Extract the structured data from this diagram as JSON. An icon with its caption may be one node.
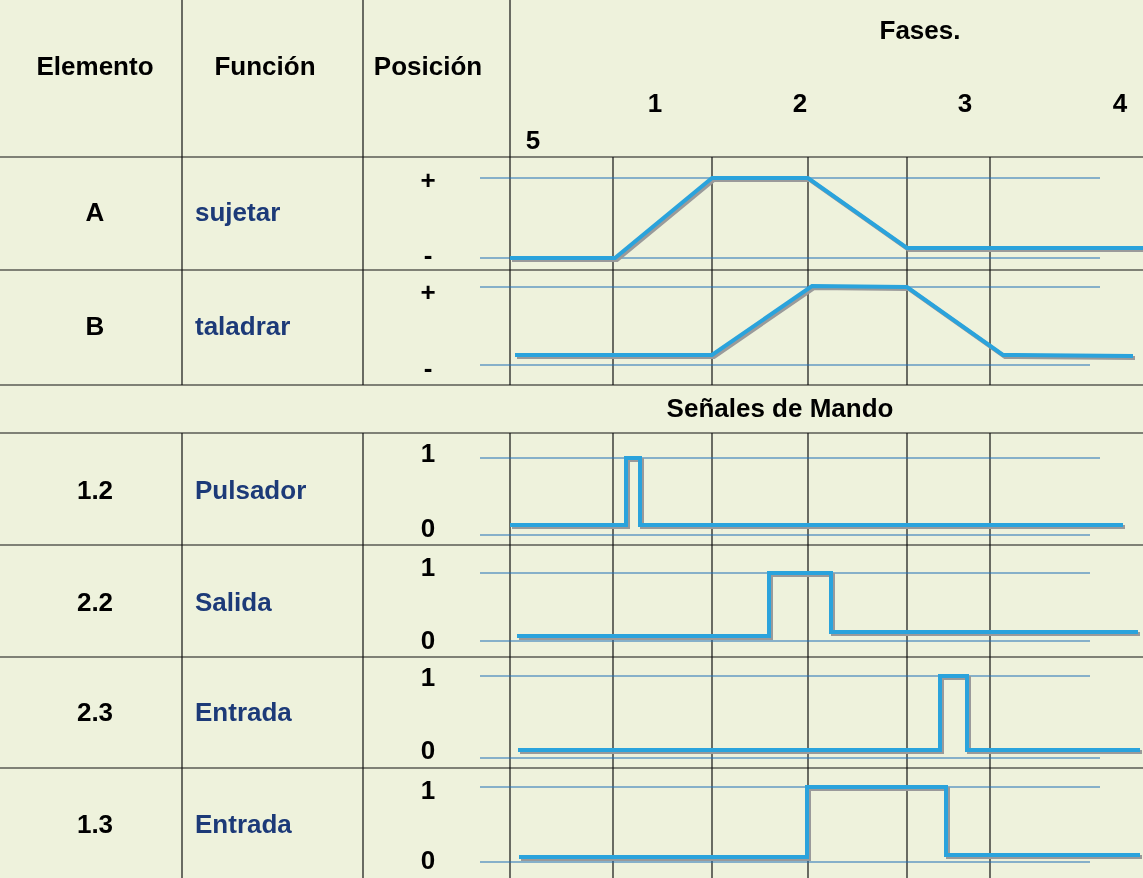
{
  "diagram": {
    "labels": [
      "Elemento",
      "Función",
      "Posición",
      "Fases.",
      "1",
      "2",
      "3",
      "4",
      "5",
      "A",
      "sujetar",
      "+",
      "-",
      "B",
      "taladrar",
      "+",
      "-",
      "Señales de Mando",
      "1.2",
      "Pulsador",
      "1",
      "0",
      "2.2",
      "Salida",
      "1",
      "0",
      "2.3",
      "Entrada",
      "1",
      "0",
      "1.3",
      "Entrada",
      "1",
      "0"
    ]
  }
}
